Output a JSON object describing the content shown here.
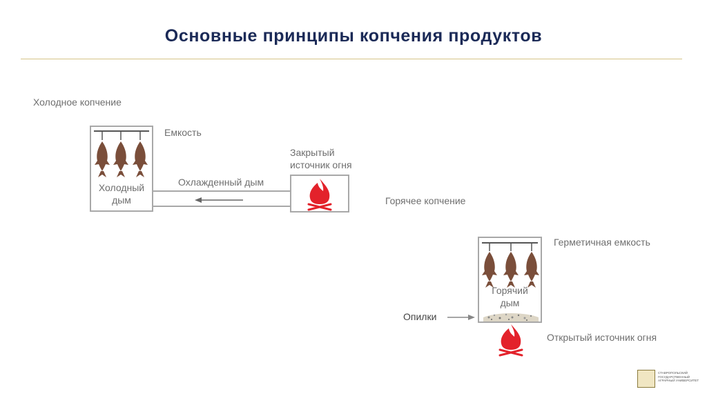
{
  "title": "Основные принципы копчения продуктов",
  "cold": {
    "heading": "Холодное копчение",
    "container_label": "Емкость",
    "smoke_label_line1": "Холодный",
    "smoke_label_line2": "дым",
    "arrow_label": "Охлажденный дым",
    "fire_label_line1": "Закрытый",
    "fire_label_line2": "источник огня"
  },
  "hot": {
    "heading": "Горячее копчение",
    "container_label": "Герметичная емкость",
    "smoke_label_line1": "Горячий",
    "smoke_label_line2": "дым",
    "sawdust_label": "Опилки",
    "fire_label": "Открытый источник огня"
  },
  "colors": {
    "title": "#1b2a57",
    "fish": "#7a4e3a",
    "fire": "#e3222b",
    "box_border": "#a8a8a8",
    "rule": "#d6c487"
  },
  "icons": [
    "fish-icon",
    "fire-icon",
    "arrow-left-icon",
    "arrow-right-icon",
    "university-logo-icon"
  ],
  "logo_text": "Ставропольский государственный аграрный университет"
}
